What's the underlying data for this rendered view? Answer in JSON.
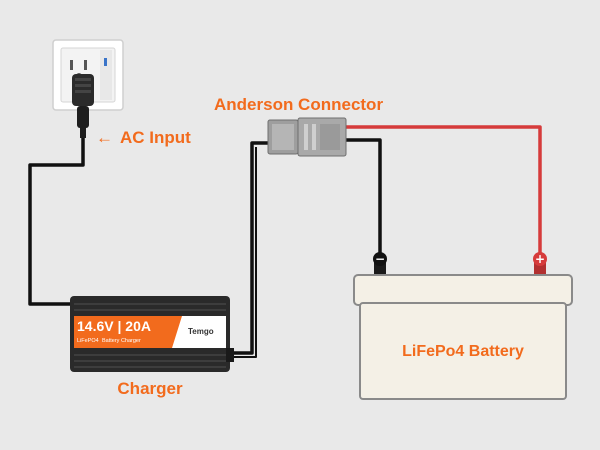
{
  "labels": {
    "anderson": "Anderson Connector",
    "ac_input": "AC Input",
    "ac_arrow": "←",
    "charger": "Charger",
    "battery": "LiFePo4 Battery"
  },
  "charger_face": {
    "spec": "14.6V | 20A",
    "chemistry": "LiFePO4",
    "type": "Battery Charger",
    "brand": "Temgo"
  },
  "terminals": {
    "negative": "−",
    "positive": "+"
  },
  "colors": {
    "background": "#e9e9e9",
    "accent": "#f26b1d",
    "wire_black": "#111111",
    "wire_red": "#d63b3b",
    "battery_fill": "#f4f0e6",
    "battery_stroke": "#8a8a8a",
    "connector_gray": "#a9a9a9"
  }
}
